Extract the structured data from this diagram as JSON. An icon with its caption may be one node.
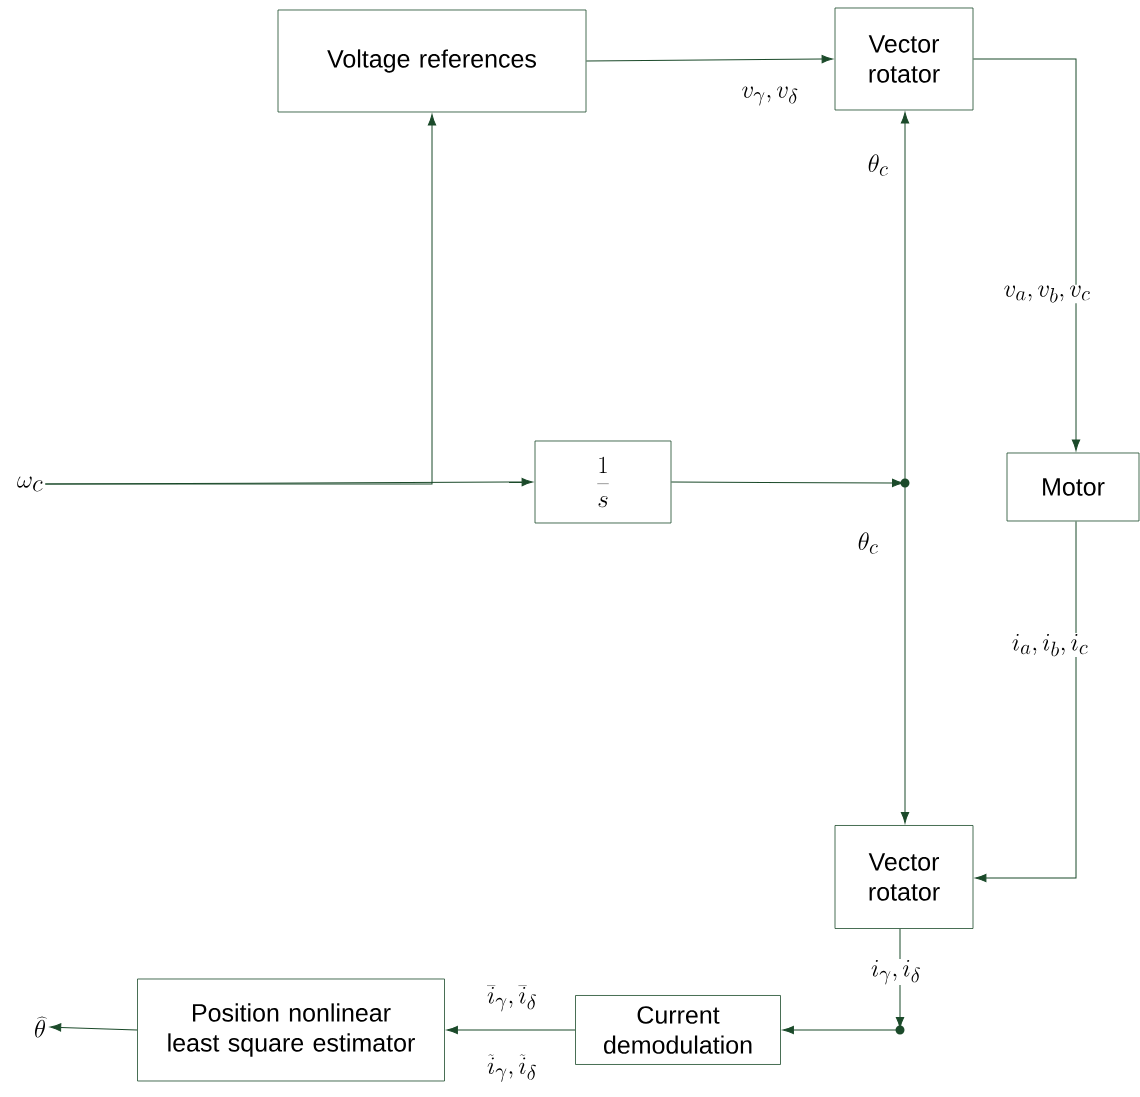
{
  "diagram": {
    "nodes": [
      {
        "text": [
          "Voltage references"
        ]
      },
      {
        "text": [
          "Vector rotator"
        ]
      },
      {
        "text": [
          "\\frac{1}{s}"
        ]
      },
      {
        "text": [
          "Motor"
        ]
      },
      {
        "text": [
          "Vector rotator"
        ]
      },
      {
        "text": [
          "Current demodulation"
        ]
      },
      {
        "text": [
          "Position nonlinear least square estimator"
        ]
      },
      {
        "text": [
          "\\omega_c"
        ]
      },
      {
        "text": [
          "\\widehat{\\theta}"
        ]
      },
      {
        "text": [],
        "shape": "circle"
      },
      {
        "text": [],
        "shape": "circle"
      }
    ],
    "edges": [
      {
        "from": 7,
        "to": 2,
        "arrow": "to"
      },
      {
        "from": 7,
        "to": 0,
        "arrow": "to"
      },
      {
        "from": 0,
        "to": 1,
        "arrow": "to",
        "label": "v_\\gamma, v_\\delta"
      },
      {
        "from": 2,
        "to": 9,
        "arrow": "to"
      },
      {
        "from": 9,
        "to": 1,
        "arrow": "to",
        "label": "\\theta_c"
      },
      {
        "from": 9,
        "to": 4,
        "arrow": "to",
        "label": "\\theta_c"
      },
      {
        "from": 1,
        "to": 3,
        "arrow": "to",
        "label": "v_a, v_b, v_c"
      },
      {
        "from": 3,
        "to": 4,
        "arrow": "to",
        "label": "i_a, i_b, i_c"
      },
      {
        "from": 4,
        "to": 10,
        "arrow": "to",
        "label": "i_\\gamma, i_\\delta"
      },
      {
        "from": 10,
        "to": 5,
        "arrow": "to"
      },
      {
        "from": 5,
        "to": 6,
        "arrow": "to",
        "label": "\\overline{i}_\\gamma, \\overline{i}_\\delta"
      },
      {
        "from": 6,
        "to": 8,
        "arrow": "to"
      }
    ],
    "labels": [
      "\\widetilde{i}_\\gamma, \\widetilde{i}_\\delta"
    ]
  }
}
